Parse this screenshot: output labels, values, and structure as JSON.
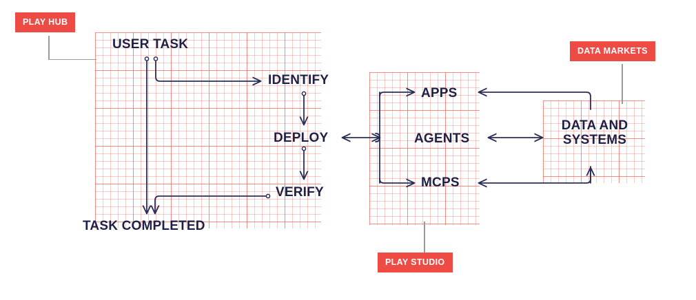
{
  "diagram": {
    "title": "Play Hub / Play Studio agent workflow diagram",
    "colors": {
      "accent_red": "#ee4b45",
      "ink_navy": "#1e2046",
      "grid_red": "#f05a50",
      "leader_grey": "#9a9a9a",
      "background": "#ffffff"
    },
    "tags": [
      {
        "id": "play-hub",
        "label": "PLAY HUB"
      },
      {
        "id": "data-markets",
        "label": "DATA MARKETS"
      },
      {
        "id": "play-studio",
        "label": "PLAY STUDIO"
      }
    ],
    "nodes": {
      "user_task": "USER TASK",
      "identify": "IDENTIFY",
      "deploy": "DEPLOY",
      "verify": "VERIFY",
      "task_completed": "TASK COMPLETED",
      "apps": "APPS",
      "agents": "AGENTS",
      "mcps": "MCPS",
      "data_and_systems_line1": "DATA AND",
      "data_and_systems_line2": "SYSTEMS"
    },
    "edges": [
      {
        "from": "USER TASK",
        "to": "IDENTIFY",
        "style": "elbow",
        "direction": "one-way"
      },
      {
        "from": "USER TASK",
        "to": "TASK COMPLETED",
        "style": "straight-down",
        "direction": "one-way"
      },
      {
        "from": "IDENTIFY",
        "to": "DEPLOY",
        "style": "straight-down",
        "direction": "one-way"
      },
      {
        "from": "DEPLOY",
        "to": "VERIFY",
        "style": "straight-down",
        "direction": "one-way"
      },
      {
        "from": "VERIFY",
        "to": "TASK COMPLETED",
        "style": "elbow",
        "direction": "one-way"
      },
      {
        "from": "DEPLOY",
        "to": "APPS / AGENTS / MCPS",
        "style": "split-brace",
        "direction": "two-way"
      },
      {
        "from": "DATA AND SYSTEMS",
        "to": "APPS",
        "style": "elbow",
        "direction": "one-way"
      },
      {
        "from": "AGENTS",
        "to": "DATA AND SYSTEMS",
        "style": "straight",
        "direction": "two-way"
      },
      {
        "from": "DATA AND SYSTEMS",
        "to": "MCPS",
        "style": "elbow",
        "direction": "one-way"
      }
    ],
    "tag_links": [
      {
        "tag": "PLAY HUB",
        "points_to": "USER TASK grid panel"
      },
      {
        "tag": "DATA MARKETS",
        "points_to": "DATA AND SYSTEMS grid panel"
      },
      {
        "tag": "PLAY STUDIO",
        "points_to": "APPS / AGENTS / MCPS grid panel"
      }
    ]
  }
}
